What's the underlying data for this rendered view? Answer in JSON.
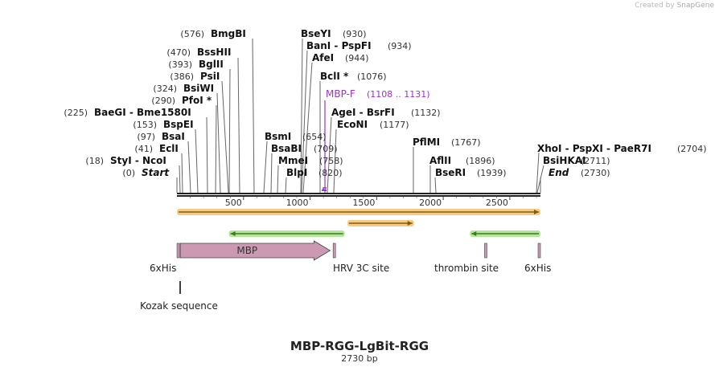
{
  "watermark": {
    "created_by": "Created by",
    "brand": "SnapGene"
  },
  "title": "MBP-RGG-LgBit-RGG",
  "subtitle": "2730 bp",
  "sites": [
    {
      "name": "BmgBI",
      "pos": "(576)",
      "bp": 576
    },
    {
      "name": "BssHII",
      "pos": "(470)",
      "bp": 470
    },
    {
      "name": "BglII",
      "pos": "(393)",
      "bp": 393
    },
    {
      "name": "PsiI",
      "pos": "(386)",
      "bp": 386
    },
    {
      "name": "BsiWI",
      "pos": "(324)",
      "bp": 324
    },
    {
      "name": "PfoI *",
      "pos": "(290)",
      "bp": 290
    },
    {
      "name": "BaeGI - Bme1580I",
      "pos": "(225)",
      "bp": 225
    },
    {
      "name": "BspEI",
      "pos": "(153)",
      "bp": 153
    },
    {
      "name": "BsaI",
      "pos": "(97)",
      "bp": 97
    },
    {
      "name": "EclI",
      "pos": "(41)",
      "bp": 41
    },
    {
      "name": "StyI - NcoI",
      "pos": "(18)",
      "bp": 18
    },
    {
      "name": "Start",
      "pos": "(0)",
      "bp": 0
    },
    {
      "name": "BseYI",
      "pos": "(930)",
      "bp": 930
    },
    {
      "name": "BanI - PspFI",
      "pos": "(934)",
      "bp": 934
    },
    {
      "name": "AfeI",
      "pos": "(944)",
      "bp": 944
    },
    {
      "name": "BclI *",
      "pos": "(1076)",
      "bp": 1076
    },
    {
      "name": "MBP-F",
      "pos": "(1108 .. 1131)",
      "bp": 1120
    },
    {
      "name": "AgeI - BsrFI",
      "pos": "(1132)",
      "bp": 1132
    },
    {
      "name": "EcoNI",
      "pos": "(1177)",
      "bp": 1177
    },
    {
      "name": "BsmI",
      "pos": "(654)",
      "bp": 654
    },
    {
      "name": "BsaBI",
      "pos": "(709)",
      "bp": 709
    },
    {
      "name": "MmeI",
      "pos": "(758)",
      "bp": 758
    },
    {
      "name": "BlpI",
      "pos": "(820)",
      "bp": 820
    },
    {
      "name": "PflMI",
      "pos": "(1767)",
      "bp": 1767
    },
    {
      "name": "AflII",
      "pos": "(1896)",
      "bp": 1896
    },
    {
      "name": "BseRI",
      "pos": "(1939)",
      "bp": 1939
    },
    {
      "name": "XhoI - PspXI - PaeR7I",
      "pos": "(2704)",
      "bp": 2704
    },
    {
      "name": "BsiHKAI",
      "pos": "(2711)",
      "bp": 2711
    },
    {
      "name": "End",
      "pos": "(2730)",
      "bp": 2730
    }
  ],
  "ruler_ticks": [
    "500",
    "1000",
    "1500",
    "2000",
    "2500"
  ],
  "features": [
    {
      "name": "MBP",
      "start": 25,
      "end": 1150,
      "color": "#cc99b2"
    },
    {
      "name": "6xHis",
      "start": 1,
      "end": 18,
      "color": "#cc99b2"
    },
    {
      "name": "HRV 3C site",
      "start": 1170,
      "end": 1194,
      "color": "#cc99b2"
    },
    {
      "name": "thrombin site",
      "start": 2310,
      "end": 2328,
      "color": "#cc99b2"
    },
    {
      "name": "6xHis",
      "start": 2712,
      "end": 2730,
      "color": "#cc99b2"
    },
    {
      "name": "Kozak sequence",
      "start": 0,
      "end": 10,
      "color": "#000000"
    }
  ],
  "orfs": [
    {
      "start": 0,
      "end": 2730,
      "strand": "+",
      "color": "#f0b860"
    },
    {
      "start": 1280,
      "end": 1780,
      "strand": "+",
      "color": "#f0b860"
    },
    {
      "start": 390,
      "end": 1260,
      "strand": "-",
      "color": "#99dd77"
    },
    {
      "start": 2200,
      "end": 2730,
      "strand": "-",
      "color": "#99dd77"
    }
  ],
  "primer": {
    "name": "MBP-F",
    "color": "#9933cc"
  }
}
